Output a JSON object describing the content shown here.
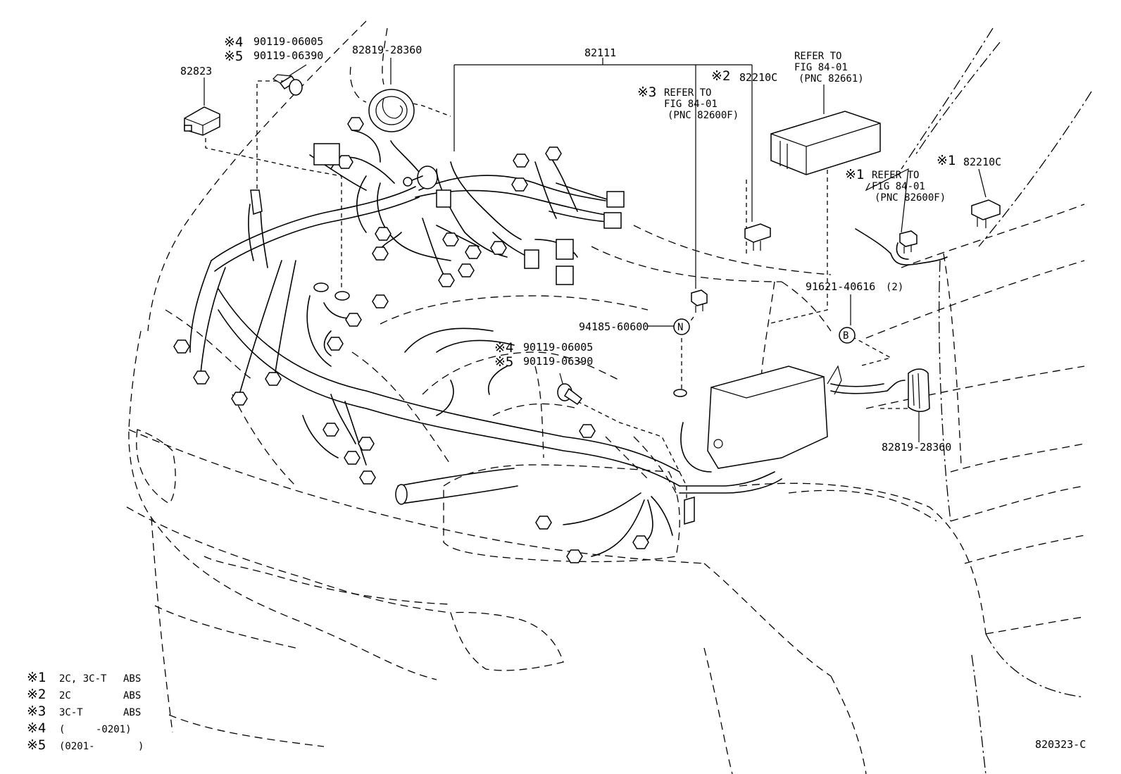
{
  "callouts": {
    "harness_main": "82111",
    "grommet_top": "82819-28360",
    "grommet_right": "82819-28360",
    "relay_left": "82823",
    "bolt_top_4_mark": "※4",
    "bolt_top_4_pn": "90119-06005",
    "bolt_top_5_mark": "※5",
    "bolt_top_5_pn": "90119-06390",
    "bolt_mid_4_mark": "※4",
    "bolt_mid_4_pn": "90119-06005",
    "bolt_mid_5_mark": "※5",
    "bolt_mid_5_pn": "90119-06390",
    "clip_n_pn": "94185-60600",
    "clip_n_symbol": "N",
    "clip_b_pn": "91621-40616",
    "clip_b_qty": "(2)",
    "clip_b_symbol": "B",
    "relay2_mark": "※2",
    "relay2_pn": "82210C",
    "relay1_mark": "※1",
    "relay1_pn": "82210C",
    "ref_box_line1": "REFER TO",
    "ref_box_line2": "FIG 84-01",
    "ref_box_line3": "(PNC 82661)",
    "ref3_mark": "※3",
    "ref3_line1": "REFER TO",
    "ref3_line2": "FIG 84-01",
    "ref3_line3": "(PNC 82600F)",
    "ref1_mark": "※1",
    "ref1_line1": "REFER TO",
    "ref1_line2": "FIG 84-01",
    "ref1_line3": "(PNC 82600F)"
  },
  "legend": [
    {
      "mark": "※1",
      "col1": "2C, 3C-T",
      "col2": "ABS"
    },
    {
      "mark": "※2",
      "col1": "2C",
      "col2": "ABS"
    },
    {
      "mark": "※3",
      "col1": "3C-T",
      "col2": "ABS"
    },
    {
      "mark": "※4",
      "col1": "(",
      "col2": "-0201)"
    },
    {
      "mark": "※5",
      "col1": "(0201-",
      "col2": ")"
    }
  ],
  "figure_id": "820323-C"
}
